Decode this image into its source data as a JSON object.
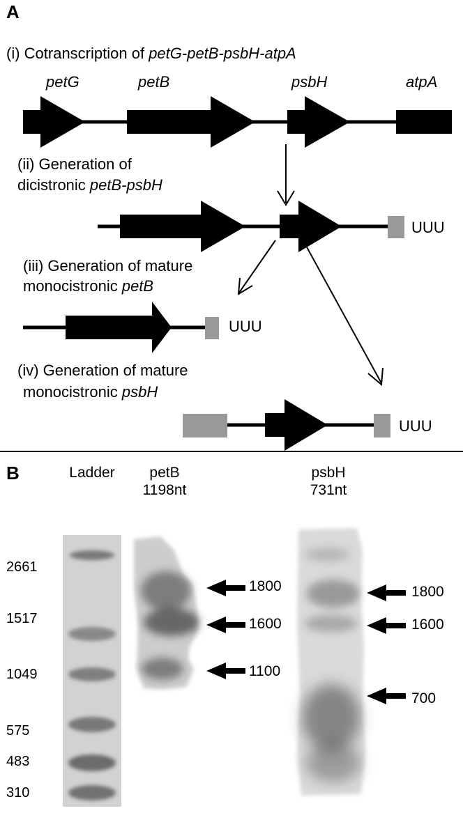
{
  "panel_a": {
    "letter": "A",
    "step1": {
      "prefix": "(i) Cotranscription of ",
      "operon": "petG-petB-psbH-atpA"
    },
    "genes": {
      "petG": "petG",
      "petB": "petB",
      "psbH": "psbH",
      "atpA": "atpA"
    },
    "step2": {
      "line1": "(ii) Generation of",
      "line2_prefix": "dicistronic ",
      "line2_gene": "petB-psbH"
    },
    "step3": {
      "line1": "(iii) Generation of mature",
      "line2_prefix": "monocistronic ",
      "line2_gene": "petB"
    },
    "step4": {
      "line1": "(iv) Generation of mature",
      "line2_prefix": "monocistronic ",
      "line2_gene": "psbH"
    },
    "tail_label": "UUU",
    "colors": {
      "coding": "#000000",
      "tag": "#999999",
      "line": "#000000"
    }
  },
  "panel_b": {
    "letter": "B",
    "lanes": {
      "ladder": "Ladder",
      "petb_name": "petB",
      "petb_size": "1198nt",
      "psbh_name": "psbH",
      "psbh_size": "731nt"
    },
    "ladder_marks": [
      "2661",
      "1517",
      "1049",
      "575",
      "483",
      "310"
    ],
    "petb_bands": [
      "1800",
      "1600",
      "1100"
    ],
    "psbh_bands": [
      "1800",
      "1600",
      "700"
    ]
  }
}
